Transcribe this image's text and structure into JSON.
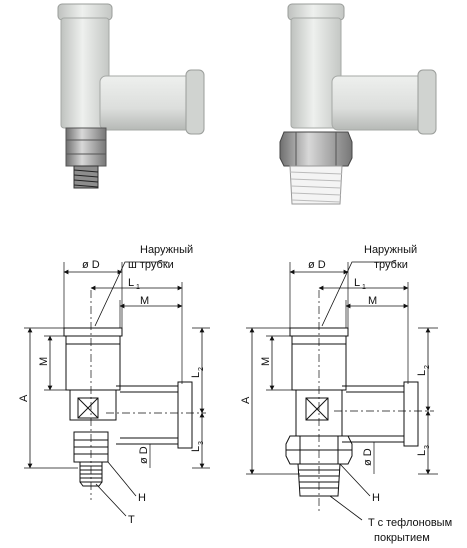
{
  "photos": {
    "left": {
      "name": "fitting-photo-metric-thread"
    },
    "right": {
      "name": "fitting-photo-taper-thread"
    }
  },
  "drawing_left": {
    "callout_line1": "Наружный",
    "callout_line2": "ш трубки",
    "dims": {
      "D_top": "ø D",
      "L1": "L",
      "L1_sub": "1",
      "M_top": "M",
      "M_side": "M",
      "A": "A",
      "L2": "L",
      "L2_sub": "2",
      "L3": "L",
      "L3_sub": "3",
      "D_side": "ø D",
      "H": "H",
      "T": "T"
    }
  },
  "drawing_right": {
    "callout_line1": "Наружный",
    "callout_line2": "трубки",
    "dims": {
      "D_top": "ø D",
      "L1": "L",
      "L1_sub": "1",
      "M_top": "M",
      "M_side": "M",
      "A": "A",
      "L2": "L",
      "L2_sub": "2",
      "L3": "L",
      "L3_sub": "3",
      "D_side": "ø D",
      "H": "H",
      "T_line1": "T с тефлоновым",
      "T_line2": "покрытием"
    }
  },
  "colors": {
    "body": "#e2e4e2",
    "shade": "#b9bcb9",
    "metal": "#9a9a9a",
    "line": "#111111"
  }
}
